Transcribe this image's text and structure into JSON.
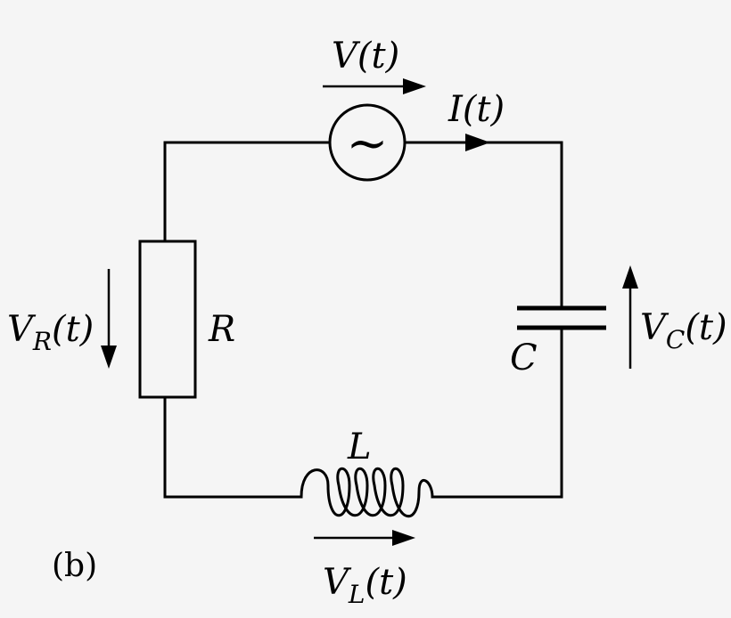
{
  "diagram": {
    "panel_label": "(b)",
    "source": {
      "symbol": "~",
      "voltage_label_main": "V",
      "voltage_label_arg": "(t)",
      "current_label_main": "I",
      "current_label_arg": "(t)"
    },
    "resistor": {
      "name": "R",
      "voltage_label_main": "V",
      "voltage_label_sub": "R",
      "voltage_label_arg": "(t)"
    },
    "inductor": {
      "name": "L",
      "voltage_label_main": "V",
      "voltage_label_sub": "L",
      "voltage_label_arg": "(t)"
    },
    "capacitor": {
      "name": "C",
      "voltage_label_main": "V",
      "voltage_label_sub": "C",
      "voltage_label_arg": "(t)"
    }
  }
}
